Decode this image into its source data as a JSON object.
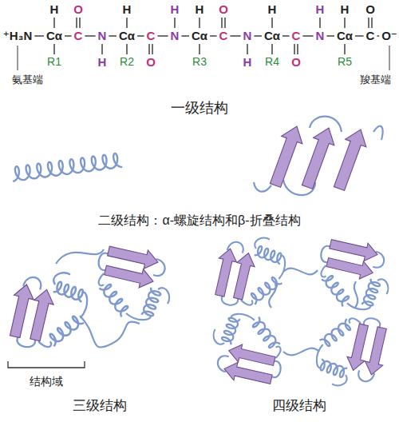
{
  "diagram": {
    "labels": [
      "⁺H₃N",
      "H",
      "Cα",
      "R1",
      "C",
      "O",
      "N",
      "H",
      "H",
      "Cα",
      "R2",
      "C",
      "O",
      "N",
      "H",
      "H",
      "Cα",
      "R3",
      "C",
      "O",
      "N",
      "H",
      "H",
      "Cα",
      "R4",
      "C",
      "O",
      "N",
      "H",
      "H",
      "Cα",
      "R5",
      "C",
      "O",
      "O⁻",
      "氨基端",
      "羧基端",
      "一级结构",
      "二级结构：α-螺旋结构和β-折叠结构",
      "结构域",
      "三级结构",
      "四级结构"
    ]
  }
}
